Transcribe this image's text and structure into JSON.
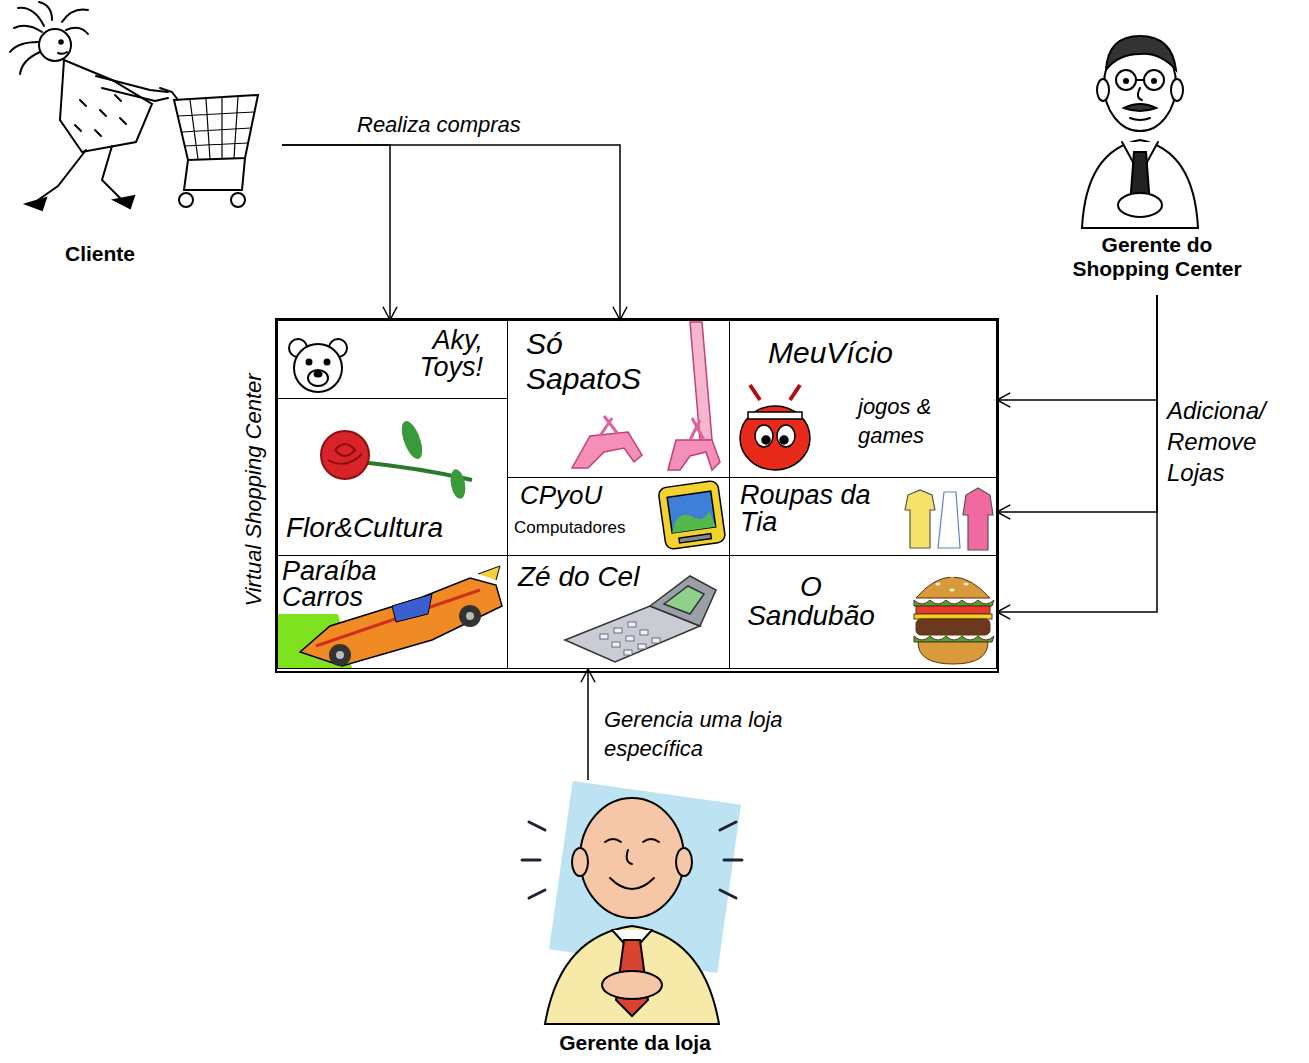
{
  "diagram": {
    "nodes": [
      {
        "text": [
          "Cliente"
        ]
      },
      {
        "text": [
          "Gerente do Shopping Center"
        ]
      },
      {
        "text": [
          "Virtual Shopping Center"
        ]
      },
      {
        "text": [
          "Aky, Toys!"
        ],
        "in": 2
      },
      {
        "text": [
          "Só SapatoS"
        ],
        "in": 2
      },
      {
        "text": [
          "MeuVício",
          "jogos & games"
        ],
        "in": 2
      },
      {
        "text": [
          "Flor&Cultura"
        ],
        "in": 2
      },
      {
        "text": [
          "CPyoU",
          "Computadores"
        ],
        "in": 2
      },
      {
        "text": [
          "Roupas da Tia"
        ],
        "in": 2
      },
      {
        "text": [
          "Paraíba Carros"
        ],
        "in": 2
      },
      {
        "text": [
          "Zé do Cel"
        ],
        "in": 2
      },
      {
        "text": [
          "O Sandubão"
        ],
        "in": 2
      },
      {
        "text": [
          "Gerente da loja"
        ]
      }
    ],
    "edges": [
      {
        "from": 0,
        "to": 3,
        "arrow": "to",
        "label": "Realiza compras"
      },
      {
        "from": 0,
        "to": 4,
        "arrow": "to"
      },
      {
        "from": 1,
        "to": 5,
        "arrow": "to",
        "label": "Adiciona/ Remove Lojas"
      },
      {
        "from": 1,
        "to": 8,
        "arrow": "to"
      },
      {
        "from": 1,
        "to": 11,
        "arrow": "to"
      },
      {
        "from": 12,
        "to": 10,
        "arrow": "to",
        "label": "Gerencia uma loja específica"
      }
    ]
  }
}
